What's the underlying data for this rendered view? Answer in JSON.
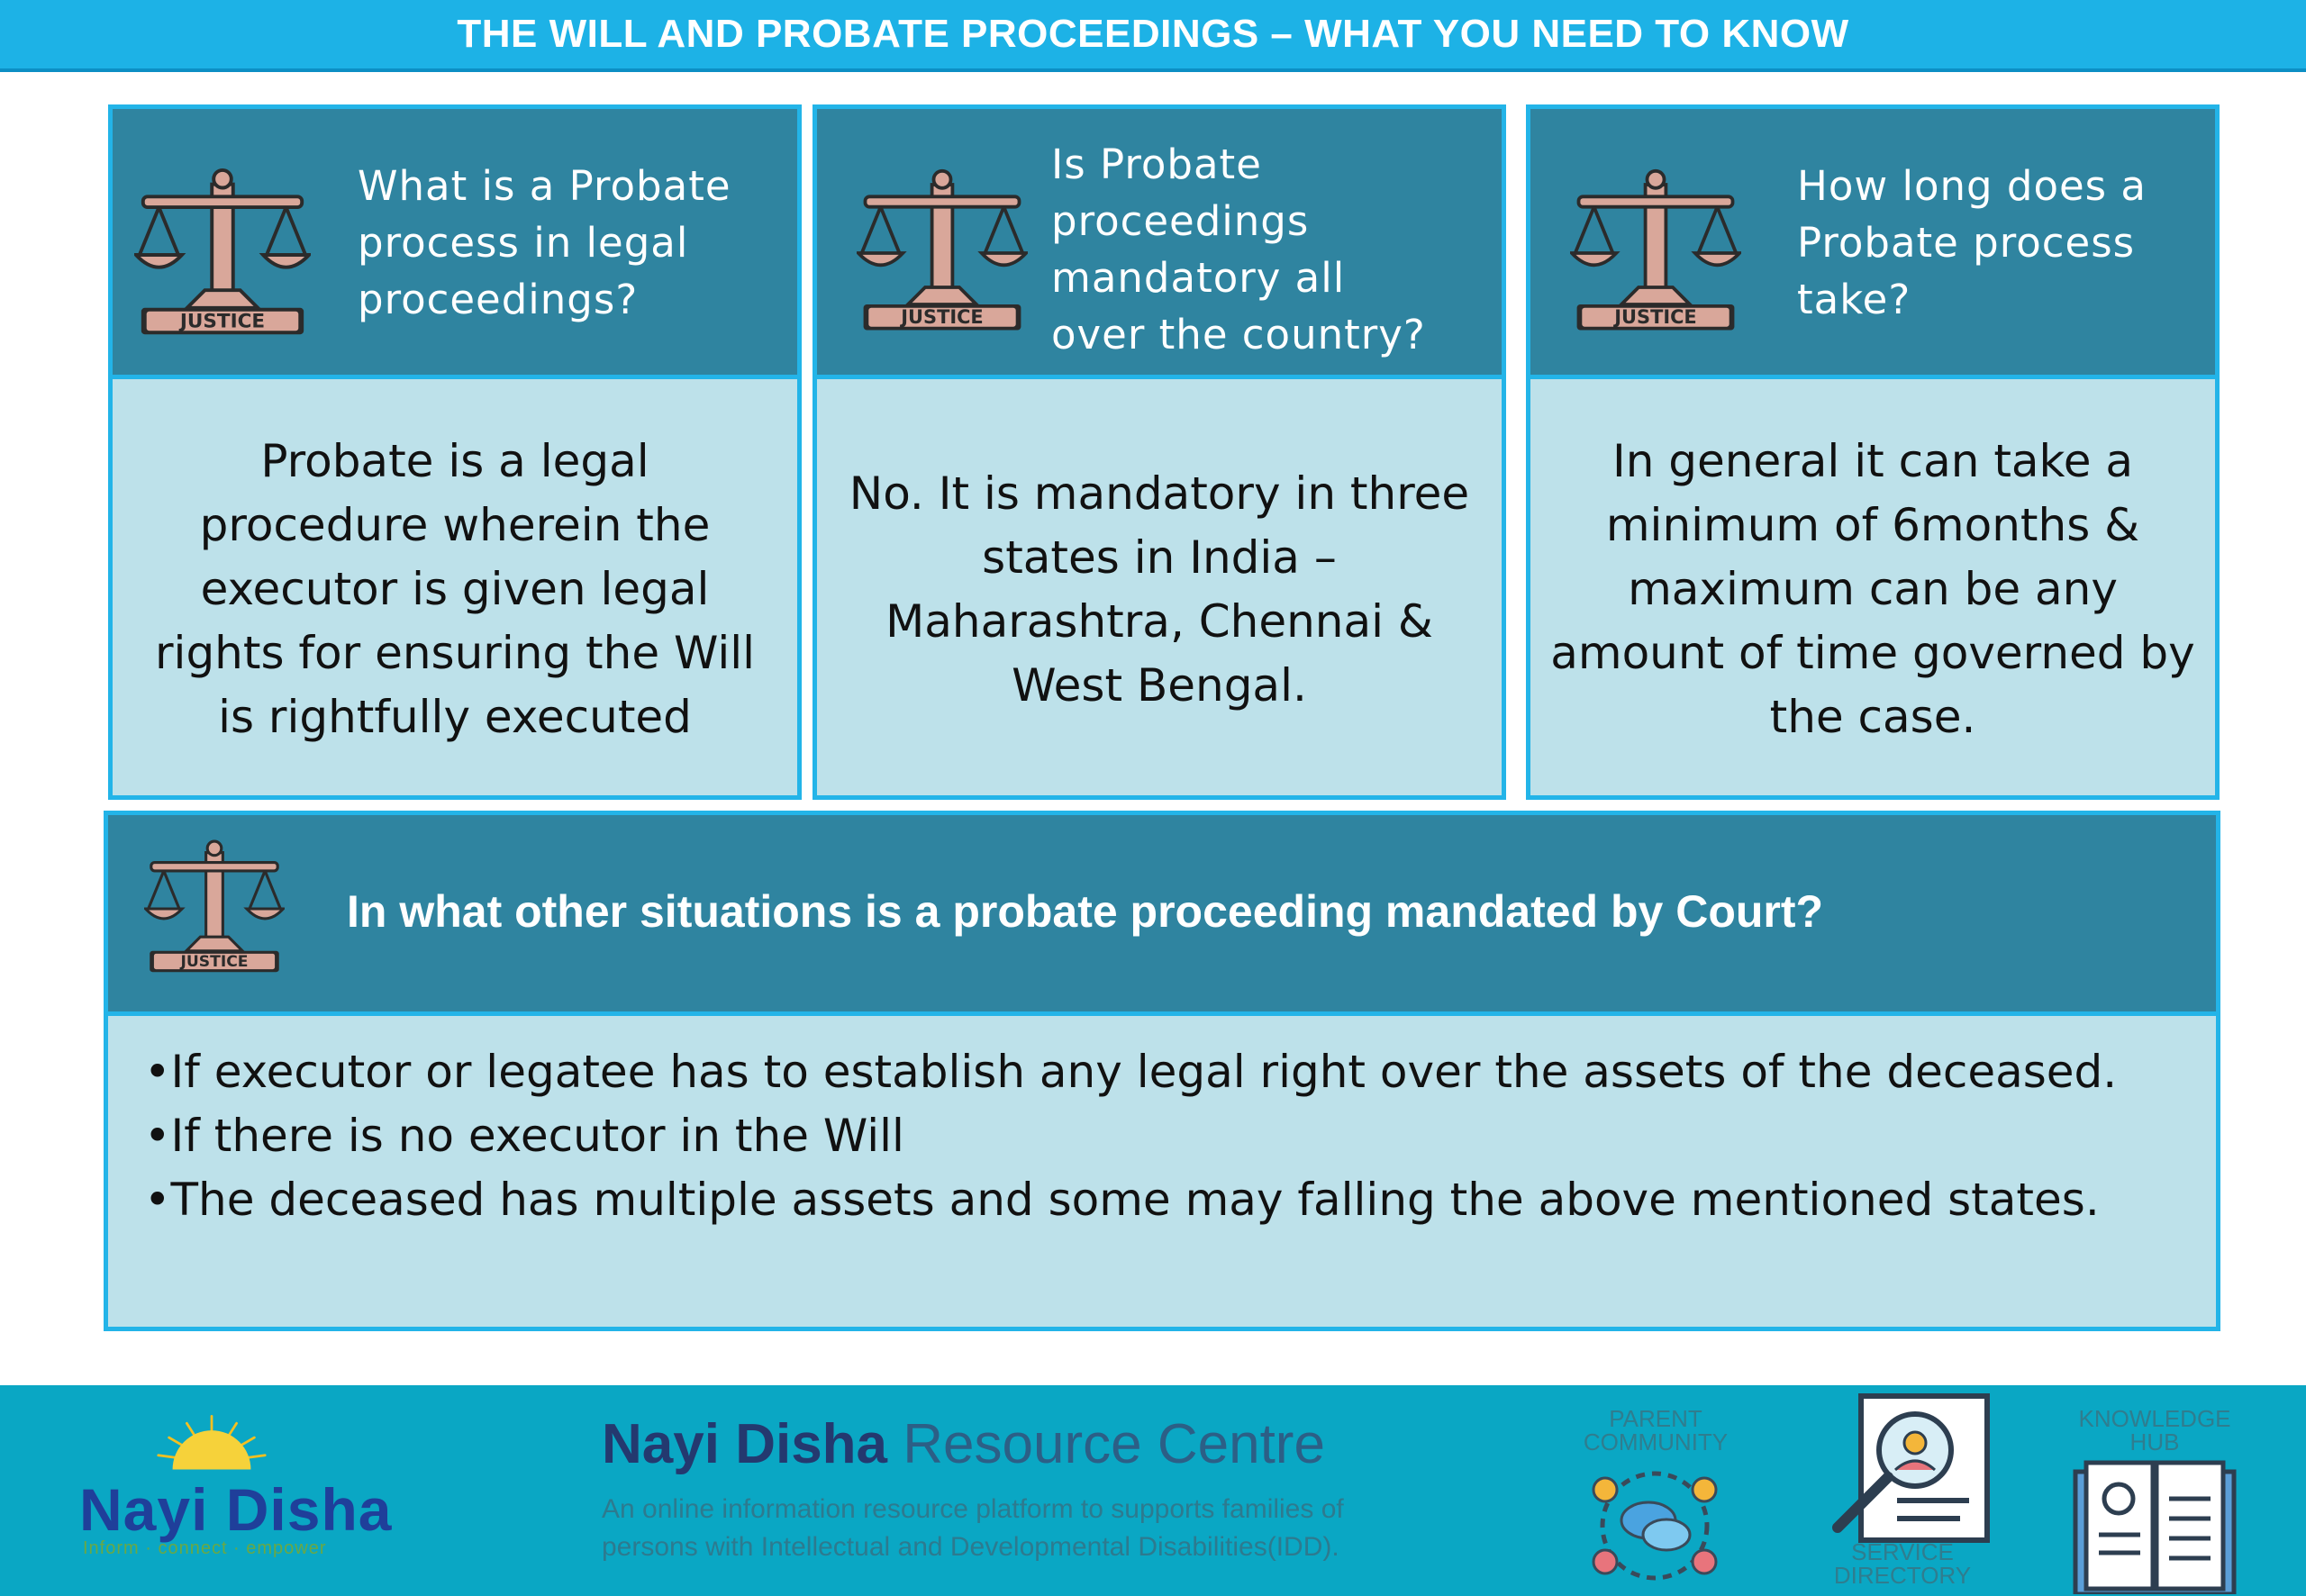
{
  "banner": {
    "title": "THE WILL AND PROBATE PROCEEDINGS – WHAT  YOU NEED TO KNOW"
  },
  "icons": {
    "scales": "scales-of-justice-icon",
    "scales_label": "JUSTICE"
  },
  "cards": [
    {
      "question": "What is a Probate\nprocess in legal\nproceedings?",
      "answer": "Probate is a legal\nprocedure wherein the\nexecutor is given legal\nrights for ensuring the Will\nis rightfully executed"
    },
    {
      "question": "Is Probate\nproceedings\nmandatory all\nover the country?",
      "answer": "No. It is mandatory in three\nstates in India –\nMaharashtra, Chennai &\nWest Bengal."
    },
    {
      "question": "How long does a\nProbate process\ntake?",
      "answer": "In general it can take a\nminimum of 6months &\nmaximum can be any\namount of time governed by\nthe case."
    }
  ],
  "wide": {
    "question": "In what other situations is a probate proceeding mandated by Court?",
    "items": [
      "•If executor or legatee has to establish any legal right over the assets of the deceased.",
      "•If there is no executor in the Will",
      "•The deceased has multiple assets and some may falling the above mentioned states."
    ]
  },
  "footer": {
    "brand": "Nayi Disha",
    "tagline": "Inform · connect · empower",
    "rc_bold": "Nayi Disha",
    "rc_light": "Resource Centre",
    "rc_desc": "An online information resource platform to supports families of persons with Intellectual and Developmental Disabilities(IDD).",
    "nav": [
      {
        "label": "PARENT\nCOMMUNITY",
        "icon": "parent-community-icon"
      },
      {
        "label": "SERVICE\nDIRECTORY",
        "icon": "service-directory-icon"
      },
      {
        "label": "KNOWLEDGE\nHUB",
        "icon": "knowledge-hub-icon"
      }
    ],
    "colors": {
      "footer_bg": "#0aa7c4",
      "brand_blue": "#1f3f9a",
      "sun": "#f4c020"
    }
  },
  "colors": {
    "banner": "#1db2e6",
    "card_head": "#2f84a0",
    "card_body": "#bde1ea",
    "card_border": "#23b4e8"
  }
}
